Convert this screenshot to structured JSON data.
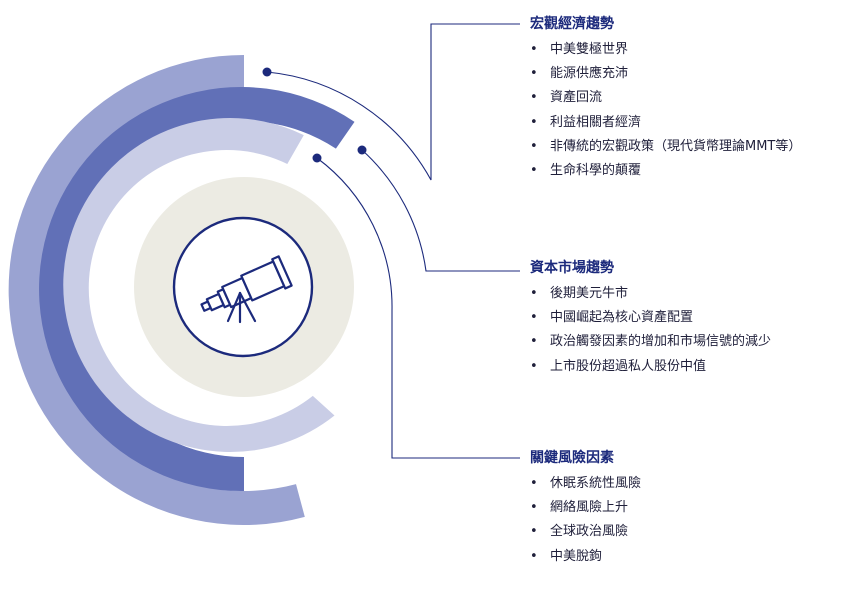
{
  "colors": {
    "outer_ring": "#9aa3d2",
    "middle_ring": "#6170b7",
    "inner_ring": "#c9cde6",
    "core": "#ecebe3",
    "navy": "#1c2a7c"
  },
  "icon": "telescope-icon",
  "sections": [
    {
      "title": "宏觀經濟趨勢",
      "bullet": "•",
      "items": [
        "中美雙極世界",
        "能源供應充沛",
        "資產回流",
        "利益相關者經濟",
        "非傳統的宏觀政策（現代貨幣理論MMT等）",
        "生命科學的顛覆"
      ]
    },
    {
      "title": "資本市場趨勢",
      "bullet": "•",
      "items": [
        "後期美元牛市",
        "中國崛起為核心資產配置",
        "政治觸發因素的增加和市場信號的減少",
        "上市股份超過私人股份中值"
      ]
    },
    {
      "title": "關鍵風險因素",
      "bullet": "•",
      "items": [
        "休眠系統性風險",
        "網絡風險上升",
        "全球政治風險",
        "中美脫鉤"
      ]
    }
  ]
}
